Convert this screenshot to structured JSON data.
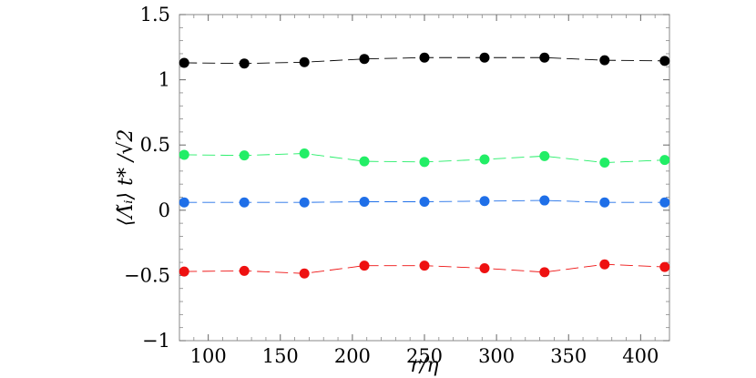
{
  "chart_data": {
    "type": "line",
    "title": "",
    "xlabel": "r/η",
    "ylabel": "⟨Λ̃ᵢ⟩ t* /√2",
    "xlim": [
      80,
      420
    ],
    "ylim": [
      -1,
      1.5
    ],
    "x_ticks": [
      100,
      150,
      200,
      250,
      300,
      350,
      400
    ],
    "y_ticks": [
      -1,
      -0.5,
      0,
      0.5,
      1,
      1.5
    ],
    "y_tick_labels": [
      "−1",
      "−0.5",
      "0",
      "0.5",
      "1",
      "1.5"
    ],
    "grid": false,
    "legend": "none",
    "x": [
      83.3,
      125,
      166.7,
      208.3,
      250,
      291.7,
      333.3,
      375,
      416.7
    ],
    "series": [
      {
        "color": "#000000",
        "values": [
          1.13,
          1.125,
          1.135,
          1.16,
          1.17,
          1.17,
          1.17,
          1.15,
          1.145
        ]
      },
      {
        "color": "#22ee66",
        "values": [
          0.425,
          0.42,
          0.435,
          0.375,
          0.37,
          0.39,
          0.415,
          0.365,
          0.385
        ]
      },
      {
        "color": "#1f6fe8",
        "values": [
          0.06,
          0.06,
          0.06,
          0.065,
          0.065,
          0.07,
          0.075,
          0.06,
          0.06
        ]
      },
      {
        "color": "#ee1111",
        "values": [
          -0.47,
          -0.465,
          -0.485,
          -0.425,
          -0.425,
          -0.445,
          -0.475,
          -0.415,
          -0.435
        ]
      }
    ]
  }
}
